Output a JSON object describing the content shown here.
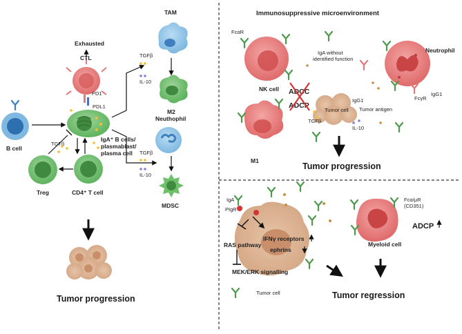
{
  "left_panel": {
    "exhausted": "Exhausted",
    "ctl": "CTL",
    "pd1": "PD1",
    "pdl1": "PDL1",
    "b_cell": "B cell",
    "iga_b_cells": "IgA⁺ B cells/",
    "plasmablast": "plasmablast/",
    "plasma_cell": "plasma cell",
    "tgfb": "TGFβ",
    "treg": "Treg",
    "cd4_t_cell": "CD4⁺ T cell",
    "tam": "TAM",
    "tgfb_tam": "TGFβ",
    "il10_tam": "IL-10",
    "m2": "M2",
    "neutrophil": "Neuthophil",
    "tgfb_neu": "TGFβ",
    "il10_neu": "IL-10",
    "mdsc": "MDSC",
    "outcome": "Tumor progression"
  },
  "top_right_panel": {
    "title": "Immunosuppressive microenvironment",
    "fcar": "FcαR",
    "nk_cell": "NK cell",
    "iga_note_1": "IgA without",
    "iga_note_2": "identified function",
    "neutrophil": "Neutrophil",
    "adcc": "ADCC",
    "adcp": "ADCP",
    "igg1_a": "IgG1",
    "fcyr": "FcγR",
    "igg1_b": "IgG1",
    "tumor_cell": "Tumor cell",
    "tumor_antigen": "Tumor antigen",
    "tgfb": "TGFβ",
    "il10": "IL-10",
    "m1": "M1",
    "outcome": "Tumor progression"
  },
  "bottom_right_panel": {
    "iga": "IgA",
    "pigr": "PIgR",
    "ras_pathway": "RAS pathway",
    "ifny_receptors": "IFNγ receptors",
    "ephrins": "ephrins",
    "mek_erk": "MEK/ERK signalling",
    "tumor_cell": "Tumor cell",
    "fcau_1": "Fcα/μR",
    "fcau_2": "(CD351)",
    "adcp": "ADCP",
    "myeloid_cell": "Myeloid cell",
    "outcome": "Tumor regression"
  }
}
